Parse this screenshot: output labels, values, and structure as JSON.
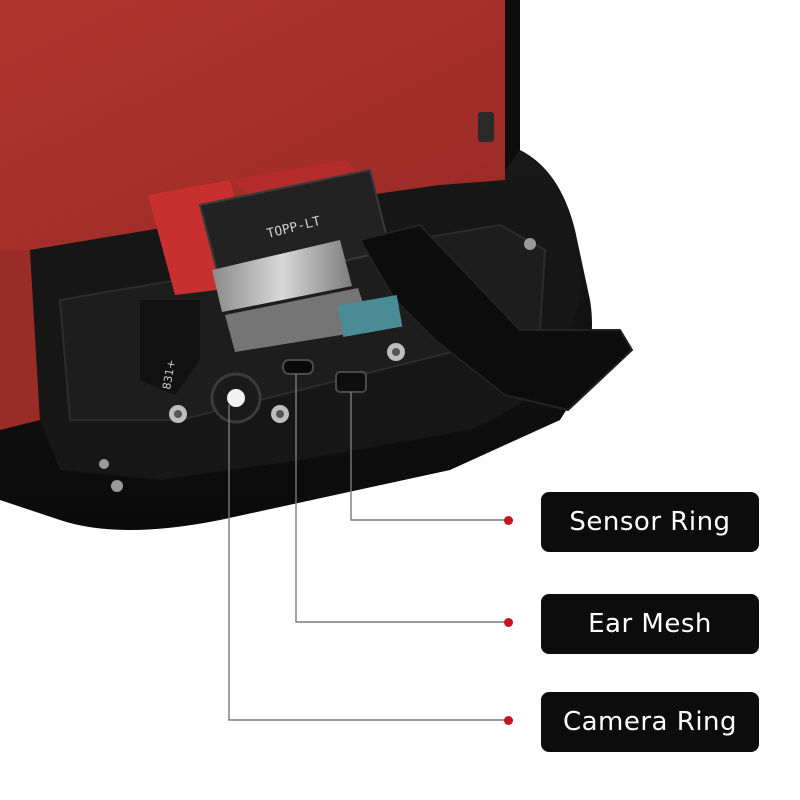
{
  "product": {
    "flex_print_text": "TOPP-LT",
    "flex_small_text": "831+"
  },
  "callouts": [
    {
      "id": "sensor",
      "label": "Sensor Ring",
      "icon": "sensor-ring-icon"
    },
    {
      "id": "ear",
      "label": "Ear Mesh",
      "icon": "ear-mesh-icon"
    },
    {
      "id": "camera",
      "label": "Camera Ring",
      "icon": "camera-ring-icon"
    }
  ],
  "colors": {
    "background": "#ffffff",
    "panel_red": "#a8312c",
    "frame_black": "#141414",
    "label_bg": "#0c0c0c",
    "label_text": "#ffffff",
    "dot_red": "#c4141f",
    "leader_line": "#7a7a7a"
  }
}
